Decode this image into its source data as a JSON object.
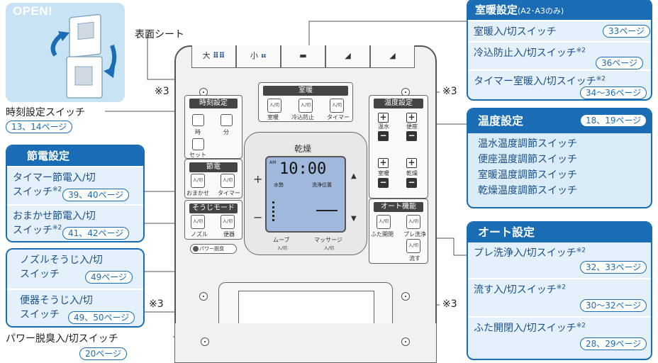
{
  "open_label": "OPEN!",
  "surface_sheet": "表面シート",
  "note3": "※3",
  "clock_switch": {
    "label": "時刻設定スイッチ",
    "pages": "13、14ページ"
  },
  "power_save": {
    "title": "節電設定",
    "items": [
      {
        "label1": "タイマー節電入/切",
        "label2": "スイッチ",
        "sup": "※2",
        "pages": "39、40ページ"
      },
      {
        "label1": "おまかせ節電入/切",
        "label2": "スイッチ",
        "sup": "※2",
        "pages": "41、42ページ"
      }
    ]
  },
  "clean": {
    "items": [
      {
        "label1": "ノズルそうじ入/切",
        "label2": "スイッチ",
        "pages": "49ページ"
      },
      {
        "label1": "便器そうじ入/切",
        "label2": "スイッチ",
        "pages": "49、50ページ"
      }
    ]
  },
  "power_deodor": {
    "label": "パワー脱臭入/切スイッチ",
    "pages": "20ページ"
  },
  "room_heat": {
    "title": "室暖設定",
    "title_note": "(A2･A3のみ)",
    "items": [
      {
        "label": "室暖入/切スイッチ",
        "sup": "",
        "pages": "33ページ"
      },
      {
        "label": "冷込防止入/切スイッチ",
        "sup": "※2",
        "pages": "36ページ"
      },
      {
        "label": "タイマー室暖入/切スイッチ",
        "sup": "※2",
        "pages": "34～36ページ"
      }
    ]
  },
  "temp": {
    "title": "温度設定",
    "pages": "18、19ページ",
    "items": [
      "温水温度調節スイッチ",
      "便座温度調節スイッチ",
      "室暖温度調節スイッチ",
      "乾燥温度調節スイッチ"
    ]
  },
  "auto": {
    "title": "オート設定",
    "items": [
      {
        "label": "プレ洗浄入/切スイッチ",
        "sup": "※2",
        "pages": "32、33ページ"
      },
      {
        "label": "流す入/切スイッチ",
        "sup": "※2",
        "pages": "30～32ページ"
      },
      {
        "label": "ふた開閉入/切スイッチ",
        "sup": "※2",
        "pages": "28、29ページ"
      }
    ]
  },
  "remote": {
    "tabs": [
      "大",
      "小",
      "",
      "",
      ""
    ],
    "clock_set": {
      "head": "時刻設定",
      "hour": "時",
      "minute": "分",
      "set": "セット"
    },
    "room_heat": {
      "head": "室暖",
      "btn": "入/切",
      "labels": [
        "室暖",
        "冷込防止",
        "タイマー"
      ]
    },
    "temp_set": {
      "head": "温度設定",
      "labels": [
        "温水",
        "便座",
        "室暖",
        "乾燥"
      ]
    },
    "power_save": {
      "head": "節電",
      "btn": "入/切",
      "labels": [
        "おまかせ",
        "タイマー"
      ]
    },
    "clean_mode": {
      "head": "そうじモード",
      "btn": "入/切",
      "labels": [
        "ノズル",
        "便器"
      ]
    },
    "power_deodor_btn": "パワー脱臭",
    "auto": {
      "head": "オート機能",
      "btn": "入/切",
      "labels": [
        "ふた開閉",
        "プレ洗浄",
        "流す"
      ]
    },
    "dpad": {
      "top": "乾燥",
      "plus": "+",
      "minus": "−",
      "up": "▲",
      "down": "▼",
      "move": "ムーブ",
      "move_sub": "入/切",
      "massage": "マッサージ",
      "massage_sub": "入/切"
    },
    "lcd": {
      "am": "AM",
      "time": "10:00",
      "pressure": "水勢",
      "position": "洗浄位置"
    }
  }
}
